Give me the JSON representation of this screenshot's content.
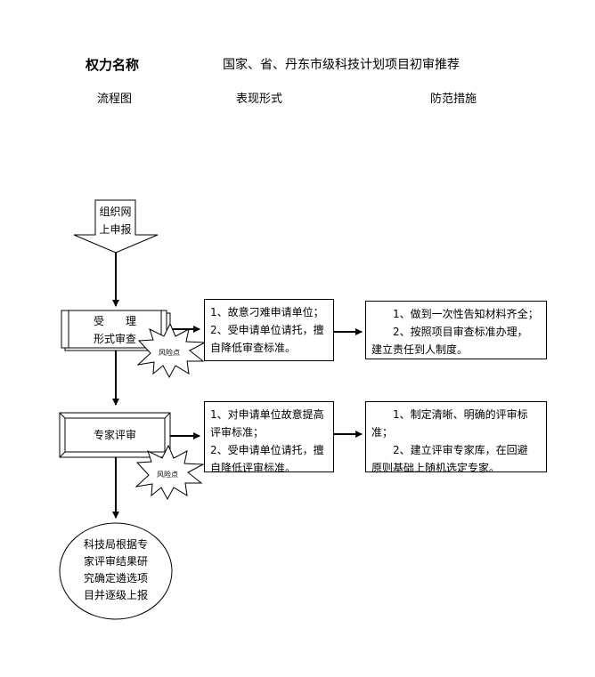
{
  "header": {
    "power_label": "权力名称",
    "power_name": "国家、省、丹东市级科技计划项目初审推荐"
  },
  "columns": {
    "flowchart": "流程图",
    "forms": "表现形式",
    "prevention": "防范措施"
  },
  "flow": {
    "start_line1": "组织网",
    "start_line2": "上申报",
    "step1_line1": "受　　理",
    "step1_line2": "形式审查",
    "step2": "专家评审",
    "end_lines": [
      "科技局根据专",
      "家评审结果研",
      "究确定遴选项",
      "目并逐级上报"
    ],
    "risk_label": "风险点"
  },
  "risks": {
    "step1": [
      "1、故意刁难申请单位；",
      "2、受申请单位请托，擅",
      "自降低审查标准。"
    ],
    "step2": [
      "1、对申请单位故意提高",
      "评审标准；",
      "2、受申请单位请托，擅",
      "自降低评审标准。"
    ]
  },
  "measures": {
    "step1": [
      "1、做到一次性告知材料齐全；",
      "2、按照项目审查标准办理，",
      "建立责任到人制度。"
    ],
    "step2": [
      "1、制定清晰、明确的评审标",
      "准；",
      "2、建立评审专家库，在回避",
      "原则基础上随机选定专家。"
    ]
  }
}
